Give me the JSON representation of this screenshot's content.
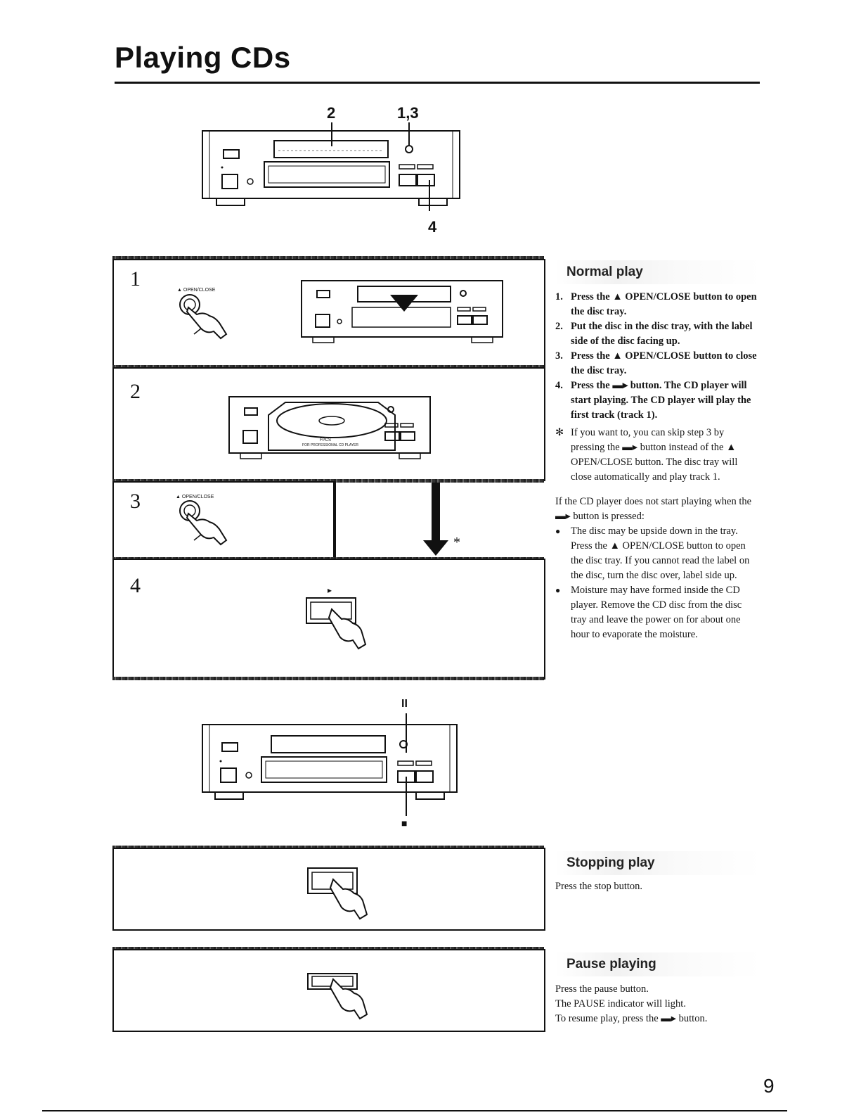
{
  "page": {
    "title": "Playing CDs",
    "page_number": "9"
  },
  "diagram_top": {
    "callout_2": "2",
    "callout_13": "1,3",
    "callout_4": "4"
  },
  "steps": {
    "s1": "1",
    "s2": "2",
    "s3": "3",
    "s4": "4",
    "open_close_label": "▲ OPEN/CLOSE",
    "tray_label_1": "FPCS",
    "tray_label_2": "FOR PROFESSIONAL CD PLAYER",
    "asterisk": "*",
    "play_symbol": "▸"
  },
  "normal_play": {
    "heading": "Normal play",
    "items": [
      {
        "n": "1.",
        "text": "Press the ▲ OPEN/CLOSE button to open the disc tray."
      },
      {
        "n": "2.",
        "text": "Put the disc in the disc tray, with the label side of the disc facing up."
      },
      {
        "n": "3.",
        "text": "Press the ▲ OPEN/CLOSE button to close the disc tray."
      },
      {
        "n": "4.",
        "text": "Press the ▬▸ button. The CD player will start playing. The CD player will play the first track (track 1)."
      }
    ],
    "note_mark": "✻",
    "note": "If you want to, you can skip step 3 by pressing the ▬▸ button instead of the ▲ OPEN/CLOSE button. The disc tray will close automatically and play track 1.",
    "trouble_intro": "If the CD player does not start playing when the ▬▸ button is pressed:",
    "bullets": [
      "The disc may be upside down in the tray. Press the ▲ OPEN/CLOSE button to open the disc tray. If you cannot read the label on the disc, turn the disc over, label side up.",
      "Moisture may have formed inside the CD player. Remove the CD disc from the disc tray and leave the power on for about one hour to evaporate the moisture."
    ]
  },
  "diagram_mid": {
    "pause_symbol": "II",
    "stop_symbol": "■"
  },
  "stopping_play": {
    "heading": "Stopping play",
    "text": "Press the stop button."
  },
  "pause_playing": {
    "heading": "Pause playing",
    "line1": "Press the pause button.",
    "line2": "The PAUSE indicator will light.",
    "line3": "To resume play, press the ▬▸ button."
  }
}
